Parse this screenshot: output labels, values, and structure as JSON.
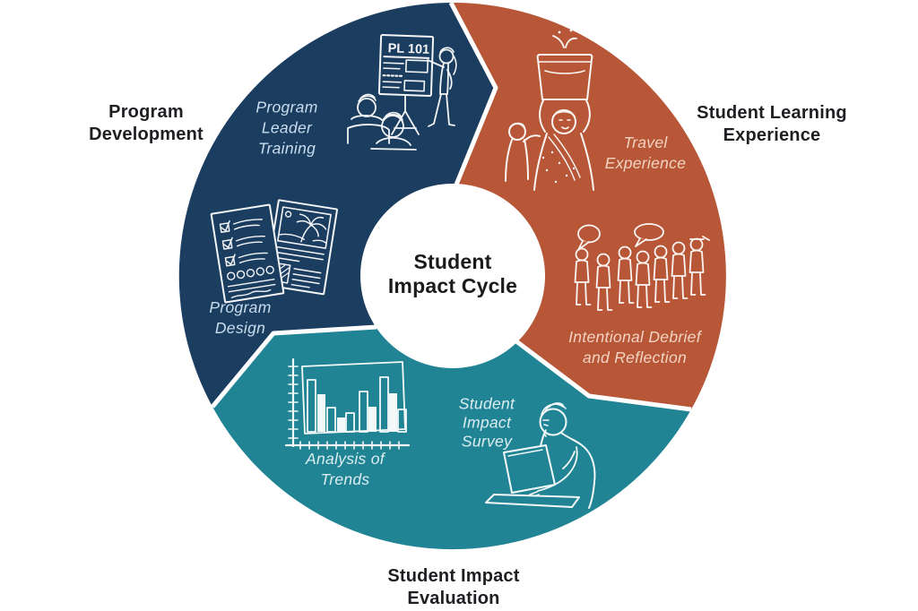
{
  "center": {
    "lines": [
      "Student",
      "Impact Cycle"
    ]
  },
  "labels": {
    "program_development": {
      "lines": [
        "Program",
        "Development"
      ]
    },
    "student_learning_experience": {
      "lines": [
        "Student Learning",
        "Experience"
      ]
    },
    "student_impact_evaluation": {
      "lines": [
        "Student Impact",
        "Evaluation"
      ]
    },
    "program_leader_training": {
      "lines": [
        "Program",
        "Leader",
        "Training"
      ]
    },
    "program_design": {
      "lines": [
        "Program",
        "Design"
      ]
    },
    "travel_experience": {
      "lines": [
        "Travel",
        "Experience"
      ]
    },
    "intentional_debrief": {
      "lines": [
        "Intentional Debrief",
        "and Reflection"
      ]
    },
    "student_impact_survey": {
      "lines": [
        "Student",
        "Impact",
        "Survey"
      ]
    },
    "analysis_of_trends": {
      "lines": [
        "Analysis of",
        "Trends"
      ]
    }
  },
  "cycle": {
    "title": "Student Impact Cycle",
    "phases": [
      {
        "name": "Program Development",
        "steps": [
          "Program Leader Training",
          "Program Design"
        ],
        "color": "#1b3d60"
      },
      {
        "name": "Student Learning Experience",
        "steps": [
          "Travel Experience",
          "Intentional Debrief and Reflection"
        ],
        "color": "#b75737"
      },
      {
        "name": "Student Impact Evaluation",
        "steps": [
          "Student Impact Survey",
          "Analysis of Trends"
        ],
        "color": "#208494"
      }
    ]
  },
  "illustration_text": {
    "board_title": "PL 101"
  },
  "colors": {
    "navy": "#1b3d60",
    "rust": "#b75737",
    "teal": "#208494",
    "white": "#ffffff",
    "text_dark": "#1f1f23"
  }
}
